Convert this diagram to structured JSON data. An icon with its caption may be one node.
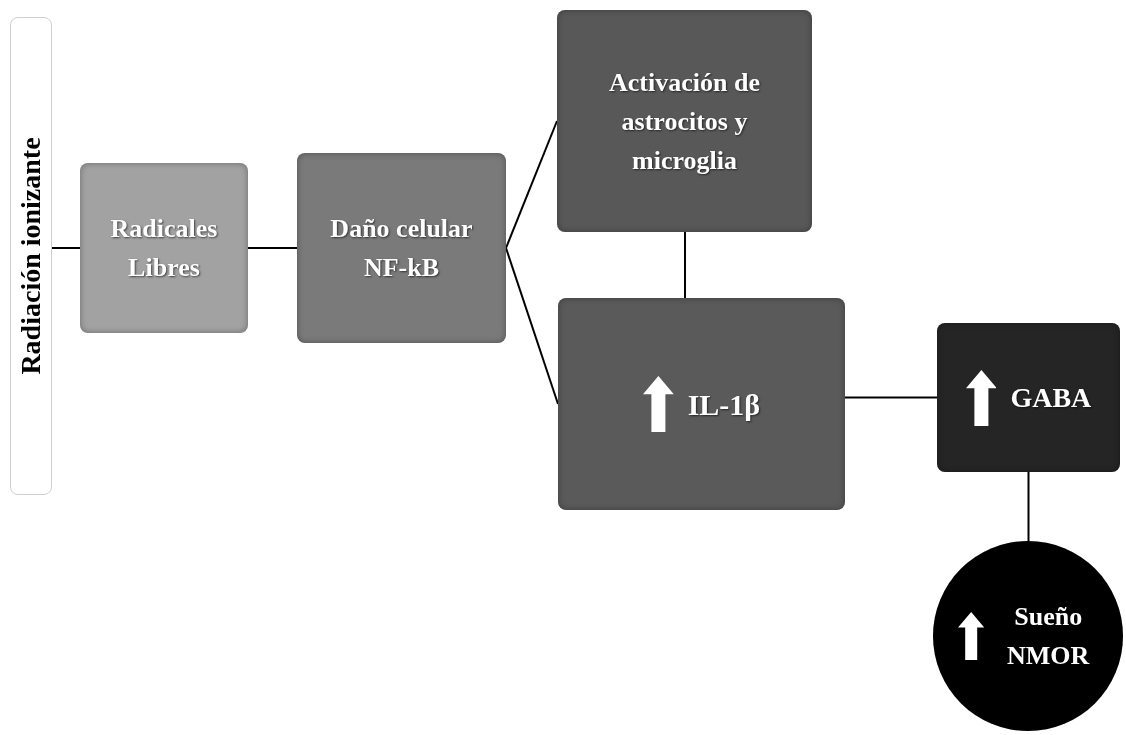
{
  "diagram": {
    "nodes": [
      {
        "text": [
          "Radiación ionizante"
        ]
      },
      {
        "text": [
          "Radicales Libres"
        ]
      },
      {
        "text": [
          "Daño celular NF-kB"
        ]
      },
      {
        "text": [
          "Activación de astrocitos y microglia"
        ]
      },
      {
        "text": [
          "IL-1β"
        ]
      },
      {
        "text": [
          "GABA"
        ]
      },
      {
        "text": [
          "Sueño NMOR"
        ]
      }
    ],
    "edges": [
      {
        "from": 0,
        "to": 1,
        "arrow": "none"
      },
      {
        "from": 1,
        "to": 2,
        "arrow": "none"
      },
      {
        "from": 2,
        "to": 3,
        "arrow": "none"
      },
      {
        "from": 2,
        "to": 4,
        "arrow": "none"
      },
      {
        "from": 3,
        "to": 4,
        "arrow": "none"
      },
      {
        "from": 4,
        "to": 5,
        "arrow": "none"
      },
      {
        "from": 5,
        "to": 6,
        "arrow": "none"
      }
    ]
  }
}
